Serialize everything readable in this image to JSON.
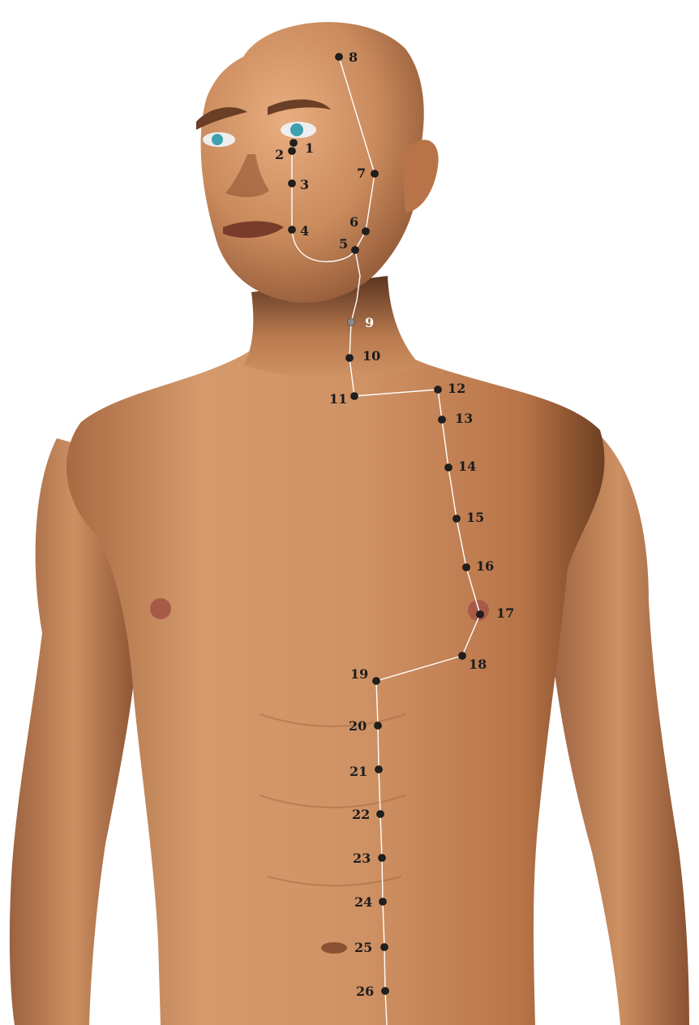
{
  "points": [
    {
      "id": "1",
      "label": "1"
    },
    {
      "id": "2",
      "label": "2"
    },
    {
      "id": "3",
      "label": "3"
    },
    {
      "id": "4",
      "label": "4"
    },
    {
      "id": "5",
      "label": "5"
    },
    {
      "id": "6",
      "label": "6"
    },
    {
      "id": "7",
      "label": "7"
    },
    {
      "id": "8",
      "label": "8"
    },
    {
      "id": "9",
      "label": "9"
    },
    {
      "id": "10",
      "label": "10"
    },
    {
      "id": "11",
      "label": "11"
    },
    {
      "id": "12",
      "label": "12"
    },
    {
      "id": "13",
      "label": "13"
    },
    {
      "id": "14",
      "label": "14"
    },
    {
      "id": "15",
      "label": "15"
    },
    {
      "id": "16",
      "label": "16"
    },
    {
      "id": "17",
      "label": "17"
    },
    {
      "id": "18",
      "label": "18"
    },
    {
      "id": "19",
      "label": "19"
    },
    {
      "id": "20",
      "label": "20"
    },
    {
      "id": "21",
      "label": "21"
    },
    {
      "id": "22",
      "label": "22"
    },
    {
      "id": "23",
      "label": "23"
    },
    {
      "id": "24",
      "label": "24"
    },
    {
      "id": "25",
      "label": "25"
    },
    {
      "id": "26",
      "label": "26"
    }
  ],
  "colors": {
    "skin": "#c98a5c",
    "skin_shadow": "#7a4a2c",
    "meridian_line": "#ffffff",
    "point": "#1f1f1f",
    "label": "#1c1c1c",
    "eye": "#3fa0b0"
  }
}
